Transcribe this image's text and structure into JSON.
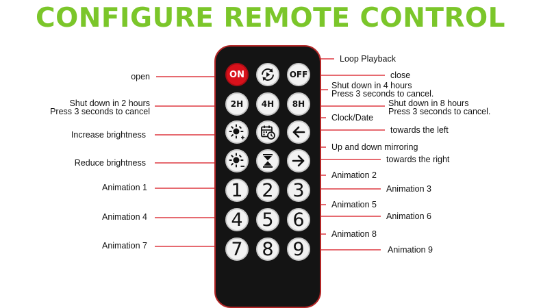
{
  "title": "CONFIGURE REMOTE CONTROL",
  "colors": {
    "title": "#7bc62a",
    "remote_body": "#141414",
    "remote_border": "#b32626",
    "on_button": "#d8111b",
    "callout_line": "#d8111b"
  },
  "buttons": {
    "on": "ON",
    "loop": "loop-playback-icon",
    "off": "OFF",
    "h2": "2H",
    "h4": "4H",
    "h8": "8H",
    "brightness_up": "sun-plus-icon",
    "clock": "calendar-clock-icon",
    "left": "arrow-left-icon",
    "brightness_down": "sun-minus-icon",
    "mirror": "hourglass-mirror-icon",
    "right": "arrow-right-icon",
    "n1": "1",
    "n2": "2",
    "n3": "3",
    "n4": "4",
    "n5": "5",
    "n6": "6",
    "n7": "7",
    "n8": "8",
    "n9": "9"
  },
  "labels": {
    "loop_playback": "Loop Playback",
    "open": "open",
    "close": "close",
    "shut4_line1": "Shut down in 4 hours",
    "shut4_line2": "Press 3 seconds to cancel.",
    "shut2_line1": "Shut down in 2 hours",
    "shut2_line2": "Press 3 seconds to cancel",
    "shut8_line1": "Shut down in 8 hours",
    "shut8_line2": "Press 3 seconds to cancel.",
    "clock_date": "Clock/Date",
    "increase_brightness": "Increase brightness",
    "towards_left": "towards the left",
    "mirroring": "Up and down mirroring",
    "reduce_brightness": "Reduce brightness",
    "towards_right": "towards the right",
    "animation1": "Animation 1",
    "animation2": "Animation 2",
    "animation3": "Animation 3",
    "animation4": "Animation 4",
    "animation5": "Animation 5",
    "animation6": "Animation 6",
    "animation7": "Animation 7",
    "animation8": "Animation 8",
    "animation9": "Animation 9"
  }
}
